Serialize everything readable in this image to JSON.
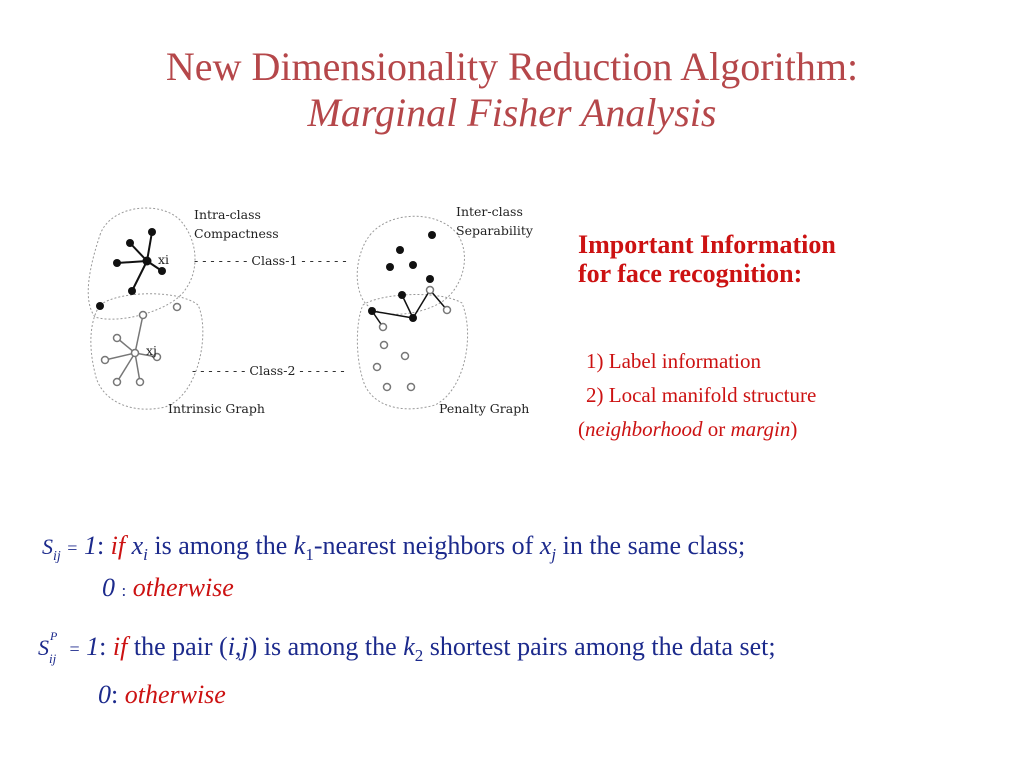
{
  "title": {
    "line1": "New Dimensionality Reduction Algorithm:",
    "line2": "Marginal Fisher Analysis"
  },
  "diagram": {
    "intra_label_1": "Intra-class",
    "intra_label_2": "Compactness",
    "inter_label_1": "Inter-class",
    "inter_label_2": "Separability",
    "class1_label": "- - - - - - - Class-1 - - - - - -",
    "class2_label": "- - - - - - - Class-2 - - - - - -",
    "xi_label": "xi",
    "xj_label": "xj",
    "intrinsic_label": "Intrinsic Graph",
    "penalty_label": "Penalty Graph"
  },
  "info": {
    "heading_1": "Important Information",
    "heading_2": "for face recognition:",
    "item1": "1) Label information",
    "item2": "2) Local manifold structure",
    "item3_open": "(",
    "item3_a": "neighborhood",
    "item3_or": " or ",
    "item3_b": "margin",
    "item3_close": ")"
  },
  "formula1": {
    "lhs_s": "S",
    "lhs_sub": "ij",
    "eq": "=",
    "one": "1",
    "colon": ":",
    "if": "if",
    "x": "x",
    "x_sub": "i",
    "text_a": "is among the",
    "k": "k",
    "k_sub": "1",
    "text_b": "-nearest neighbors of",
    "xj": "x",
    "xj_sub": "j",
    "text_c": "in the same class;",
    "zero": "0",
    "zero_colon": ":",
    "otherwise": "otherwise"
  },
  "formula2": {
    "lhs_s": "S",
    "lhs_sup": "P",
    "lhs_sub": "ij",
    "eq": "=",
    "one": "1",
    "colon": ":",
    "if": "if",
    "text_a": "the pair (",
    "i": "i",
    "comma": ",",
    "j": "j",
    "text_b": ") is among the",
    "k": "k",
    "k_sub": "2",
    "text_c": "shortest pairs among the data set;",
    "zero": "0",
    "zero_colon": ":",
    "otherwise": "otherwise"
  },
  "colors": {
    "title": "#b5474a",
    "info_text": "#cc1212",
    "formula_text": "#1c2a8c",
    "keyword": "#cc1212"
  }
}
